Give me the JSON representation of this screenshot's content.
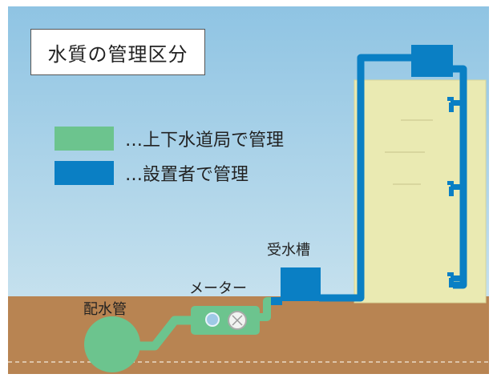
{
  "title": "水質の管理区分",
  "legend": [
    {
      "text": "…上下水道局で管理",
      "color": "#6cc48e"
    },
    {
      "text": "…設置者で管理",
      "color": "#0a7fc4"
    }
  ],
  "labels": {
    "main_pipe": "配水管",
    "meter": "メーター",
    "receiving_tank": "受水槽"
  },
  "colors": {
    "sky_top": "#8fc4e3",
    "sky_bottom": "#c6e1ee",
    "ground": "#b88452",
    "building": "#eaeab2",
    "city_pipe": "#6cc48e",
    "owner_pipe": "#0a7fc4"
  }
}
